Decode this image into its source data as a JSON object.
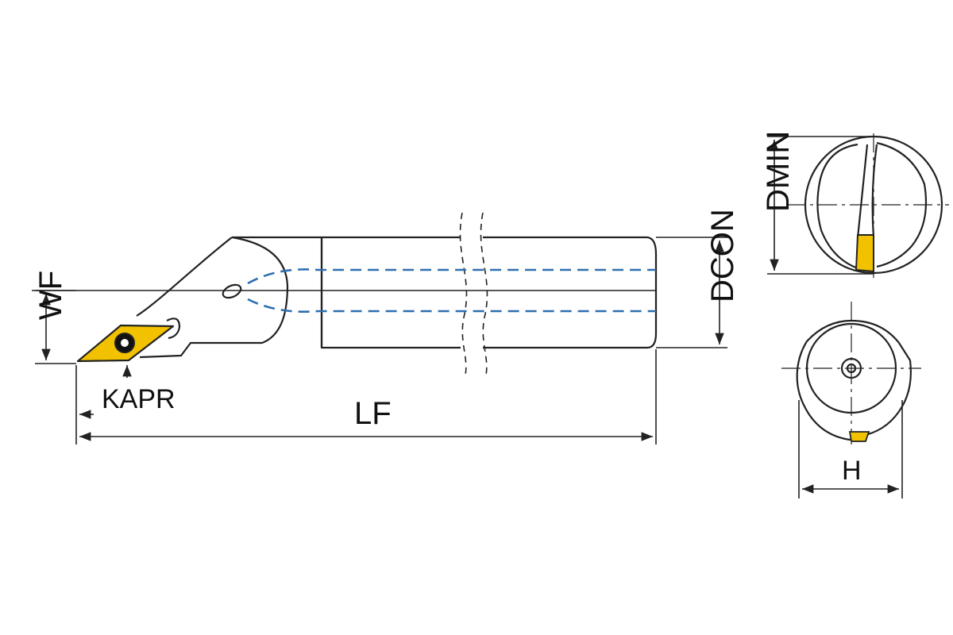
{
  "labels": {
    "wf": "WF",
    "kapr": "KAPR",
    "lf": "LF",
    "dcon": "DCON",
    "dmin": "DMIN",
    "h": "H"
  },
  "colors": {
    "outline": "#222222",
    "insert": "#f2c200",
    "coolant": "#2f6fb0",
    "dim": "#222222",
    "background": "#ffffff"
  }
}
